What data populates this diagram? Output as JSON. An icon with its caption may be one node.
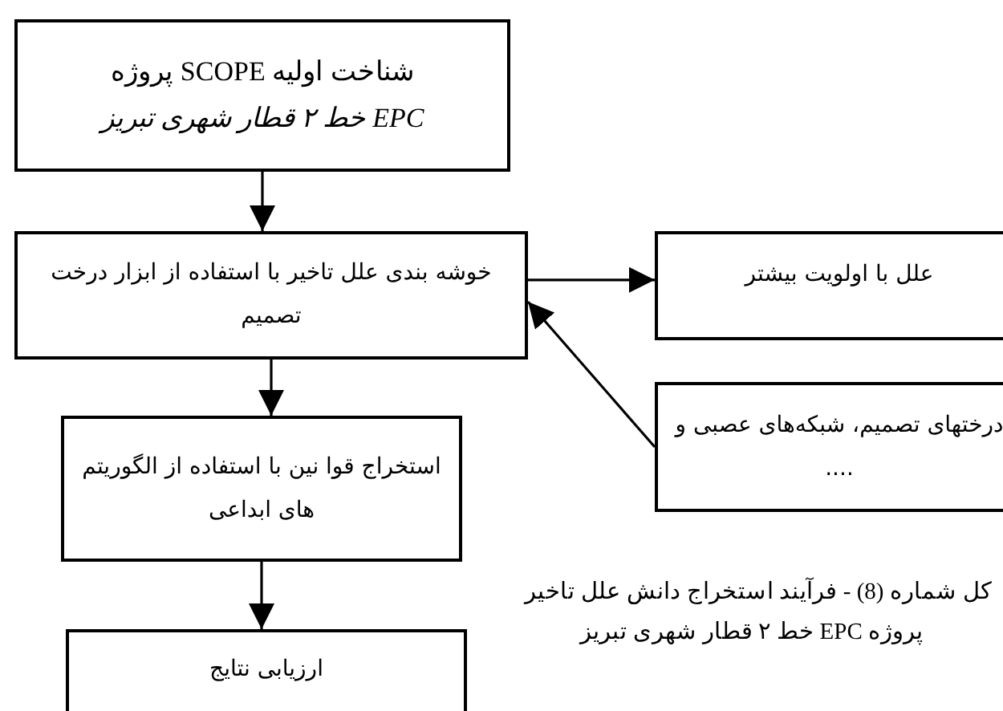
{
  "diagram": {
    "nodes": [
      {
        "text": [
          "شناخت اولیه SCOPE پروژه",
          "EPC خط ۲ قطار شهری تبریز"
        ]
      },
      {
        "text": [
          "خوشه بندی علل تاخیر با استفاده از ابزار درخت تصمیم"
        ]
      },
      {
        "text": [
          "علل با اولویت بیشتر"
        ]
      },
      {
        "text": [
          "درختهای تصمیم، شبکه‌های عصبی و ...."
        ]
      },
      {
        "text": [
          "استخراج قوا نین با استفاده از الگوریتم  های  ابداعی"
        ]
      },
      {
        "text": [
          "ارزیابی نتایج"
        ]
      }
    ],
    "edges": [
      {
        "from": 0,
        "to": 1,
        "arrow": "to"
      },
      {
        "from": 1,
        "to": 2,
        "arrow": "to"
      },
      {
        "from": 3,
        "to": 1,
        "arrow": "to"
      },
      {
        "from": 1,
        "to": 4,
        "arrow": "to"
      },
      {
        "from": 4,
        "to": 5,
        "arrow": "to"
      }
    ],
    "labels": [
      "کل شماره (8) -  فرآیند استخراج دانش علل تاخیر",
      "پروژه EPC خط ۲ قطار شهری تبریز"
    ]
  }
}
